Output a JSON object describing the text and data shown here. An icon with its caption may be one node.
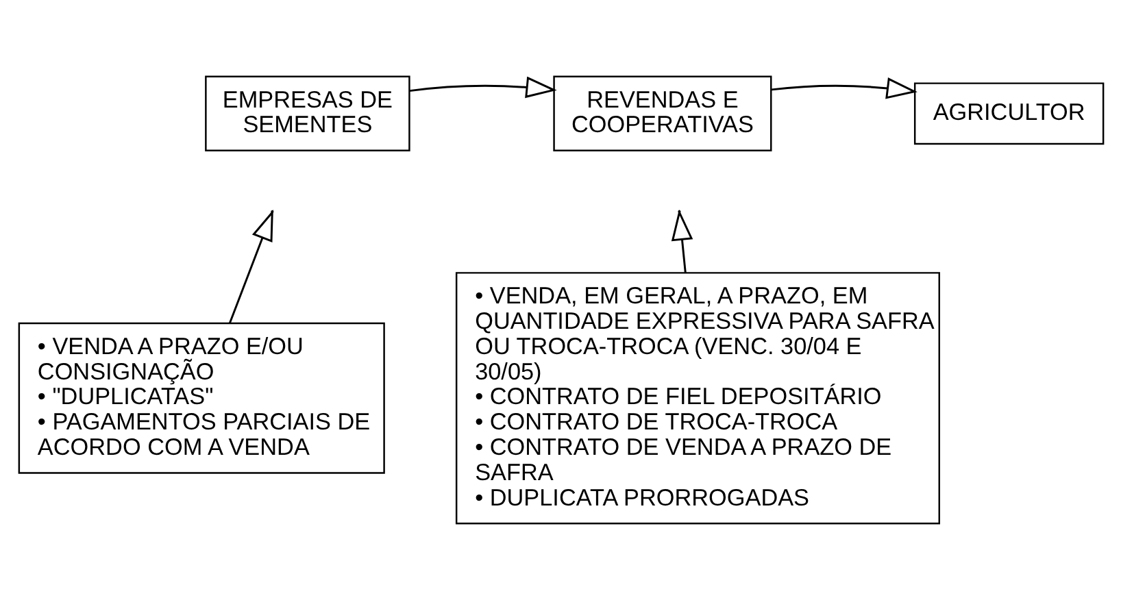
{
  "diagram": {
    "nodes": [
      {
        "text": [
          "EMPRESAS DE SEMENTES"
        ]
      },
      {
        "text": [
          "REVENDAS E COOPERATIVAS"
        ]
      },
      {
        "text": [
          "AGRICULTOR"
        ]
      },
      {
        "text": [
          "• VENDA A PRAZO E/OU CONSIGNAÇÃO",
          "• \"DUPLICATAS\"",
          "• PAGAMENTOS PARCIAIS DE ACORDO COM A VENDA"
        ]
      },
      {
        "text": [
          "• VENDA, EM GERAL, A PRAZO, EM QUANTIDADE EXPRESSIVA PARA SAFRA OU TROCA-TROCA (VENC. 30/04 E 30/05)",
          "• CONTRATO DE FIEL DEPOSITÁRIO",
          "• CONTRATO DE TROCA-TROCA",
          "• CONTRATO DE VENDA A PRAZO DE SAFRA",
          "• DUPLICATA PRORROGADAS"
        ]
      }
    ],
    "edges": [
      {
        "from": 0,
        "to": 1,
        "arrow": "to"
      },
      {
        "from": 1,
        "to": 2,
        "arrow": "to"
      },
      {
        "from": 3,
        "to": null,
        "arrow": "to"
      },
      {
        "from": 4,
        "to": null,
        "arrow": "to"
      }
    ]
  }
}
